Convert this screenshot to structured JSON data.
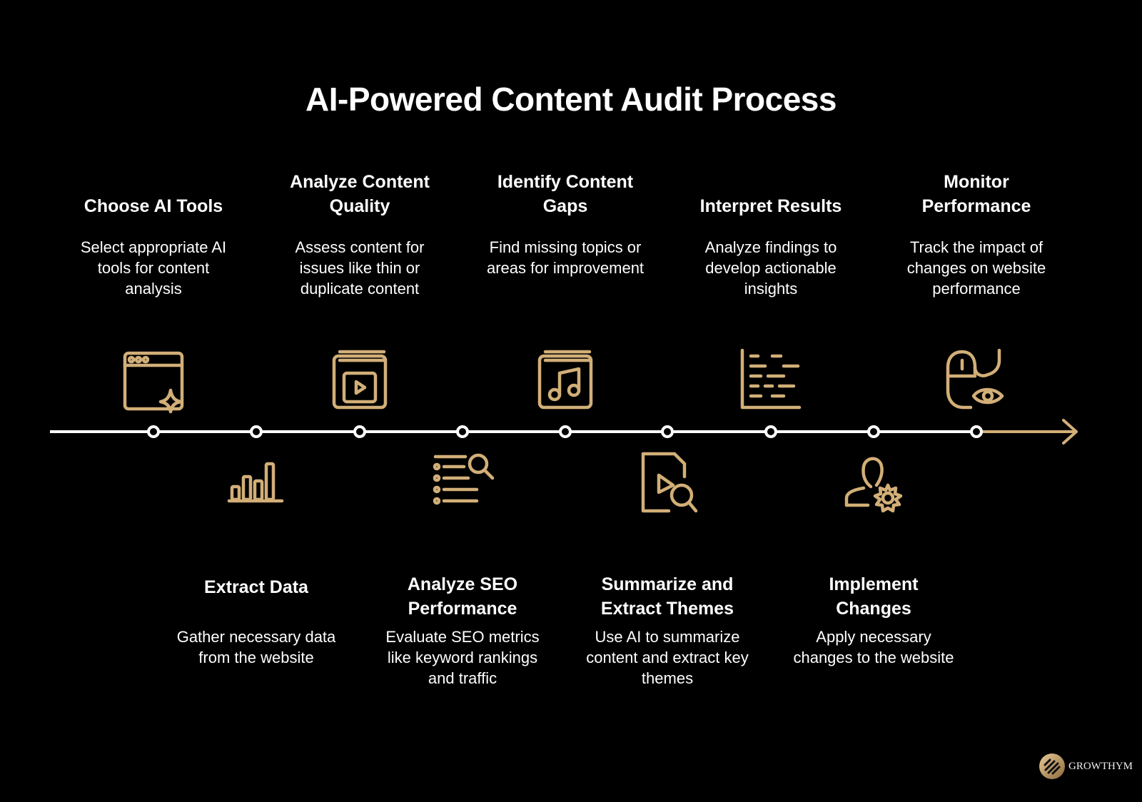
{
  "title": "AI-Powered Content Audit Process",
  "accent_color": "#D2AF78",
  "steps": [
    {
      "title": "Choose AI Tools",
      "desc": "Select appropriate AI tools for content analysis",
      "icon": "browser-sparkle-icon",
      "position": "top"
    },
    {
      "title": "Extract Data",
      "desc": "Gather necessary data from the website",
      "icon": "bar-chart-icon",
      "position": "bottom"
    },
    {
      "title": "Analyze Content Quality",
      "desc": "Assess content for issues like thin or duplicate content",
      "icon": "video-book-icon",
      "position": "top"
    },
    {
      "title": "Analyze SEO Performance",
      "desc": "Evaluate SEO metrics like keyword rankings and traffic",
      "icon": "list-search-icon",
      "position": "bottom"
    },
    {
      "title": "Identify Content Gaps",
      "desc": "Find missing topics or areas for improvement",
      "icon": "music-book-icon",
      "position": "top"
    },
    {
      "title": "Summarize and Extract Themes",
      "desc": "Use AI to summarize content and extract key themes",
      "icon": "file-video-search-icon",
      "position": "bottom"
    },
    {
      "title": "Interpret Results",
      "desc": "Analyze findings to develop actionable insights",
      "icon": "gantt-chart-icon",
      "position": "top"
    },
    {
      "title": "Implement Changes",
      "desc": "Apply necessary changes to the website",
      "icon": "user-gear-icon",
      "position": "bottom"
    },
    {
      "title": "Monitor Performance",
      "desc": "Track the impact of changes on website performance",
      "icon": "mouse-eye-icon",
      "position": "top"
    }
  ],
  "logo": {
    "text": "GROWTHYM"
  }
}
